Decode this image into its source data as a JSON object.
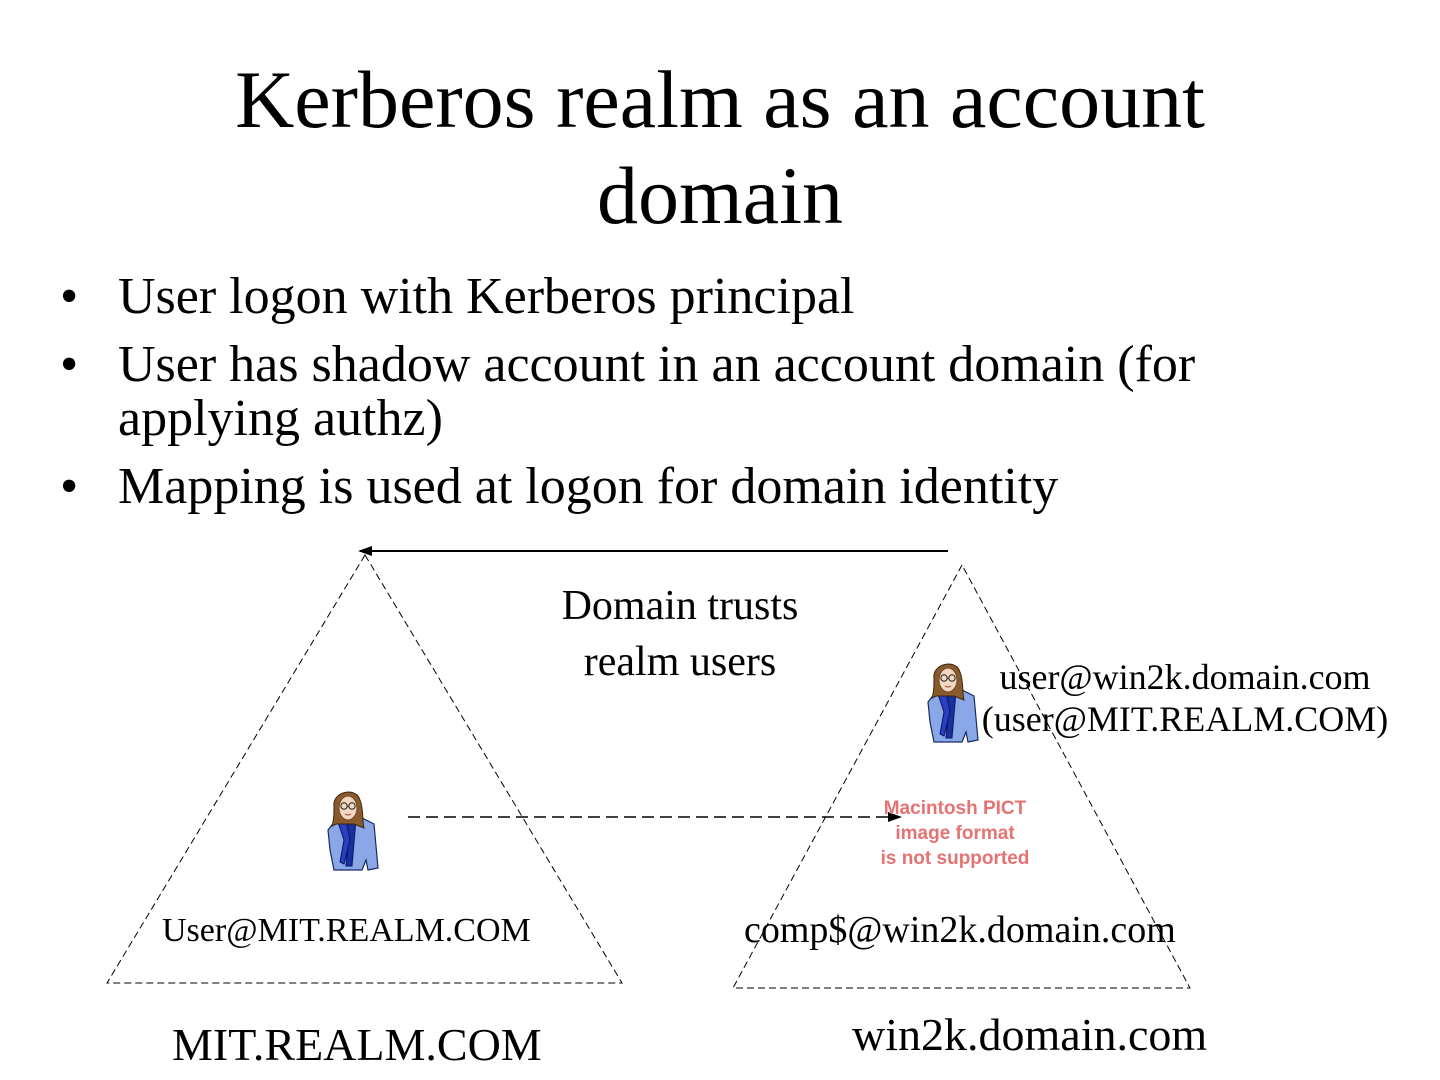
{
  "slide": {
    "title_line1": "Kerberos realm as an account",
    "title_line2": "domain",
    "bullet_char": "•",
    "bullets": [
      "User logon with Kerberos principal",
      "User has shadow account in an account domain (for applying authz)",
      "Mapping is used at logon for domain identity"
    ]
  },
  "diagram": {
    "trust_line1": "Domain trusts",
    "trust_line2": "realm users",
    "mapped_identity_line1": "user@win2k.domain.com",
    "mapped_identity_line2": "(user@MIT.REALM.COM)",
    "pict_placeholder_line1": "Macintosh PICT",
    "pict_placeholder_line2": "image format",
    "pict_placeholder_line3": "is not supported",
    "left_user_principal": "User@MIT.REALM.COM",
    "right_computer_account": "comp$@win2k.domain.com",
    "left_realm_name": "MIT.REALM.COM",
    "right_domain_name": "win2k.domain.com",
    "colors": {
      "pict_text": "#e57373",
      "person_shirt": "#8aa8e8",
      "person_scarf": "#1a2fa0",
      "person_hair": "#8b5a2b"
    },
    "icons": [
      "person-icon-left",
      "person-icon-right"
    ]
  }
}
